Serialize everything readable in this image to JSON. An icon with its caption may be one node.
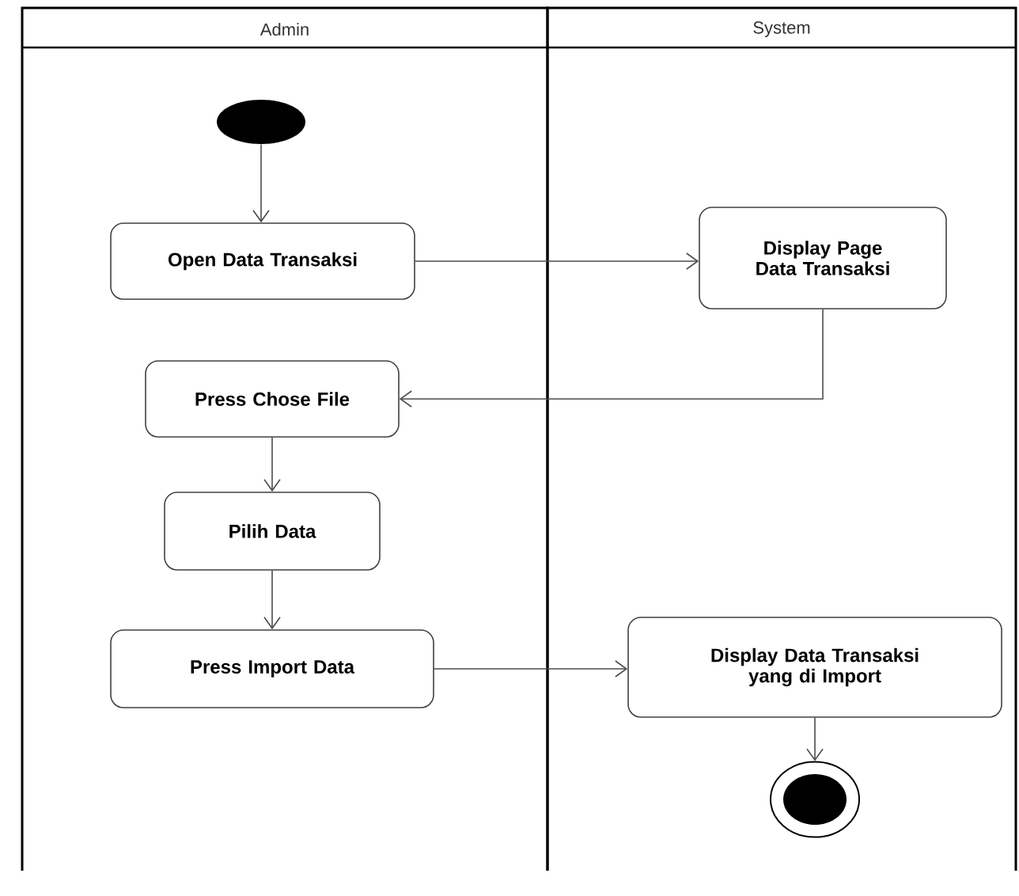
{
  "diagram": {
    "nodes": [
      {
        "text": [
          "Admin"
        ]
      },
      {
        "text": [
          "System"
        ]
      },
      {
        "text": [],
        "shape": "circle",
        "in": 0
      },
      {
        "text": [
          "Open Data Transaksi"
        ],
        "in": 0
      },
      {
        "text": [
          "Display Page Data Transaksi"
        ],
        "in": 1
      },
      {
        "text": [
          "Press Chose File"
        ],
        "in": 0
      },
      {
        "text": [
          "Pilih Data"
        ],
        "in": 0
      },
      {
        "text": [
          "Press Import Data"
        ],
        "in": 0
      },
      {
        "text": [
          "Display Data Transaksi yang di Import"
        ],
        "in": 1
      },
      {
        "text": [],
        "shape": "circle",
        "in": 1
      }
    ],
    "edges": [
      {
        "from": 2,
        "to": 3,
        "arrow": "to"
      },
      {
        "from": 3,
        "to": 4,
        "arrow": "to"
      },
      {
        "from": 4,
        "to": 5,
        "arrow": "to"
      },
      {
        "from": 5,
        "to": 6,
        "arrow": "to"
      },
      {
        "from": 6,
        "to": 7,
        "arrow": "to"
      },
      {
        "from": 7,
        "to": 8,
        "arrow": "to"
      },
      {
        "from": 8,
        "to": 9,
        "arrow": "to"
      }
    ]
  }
}
